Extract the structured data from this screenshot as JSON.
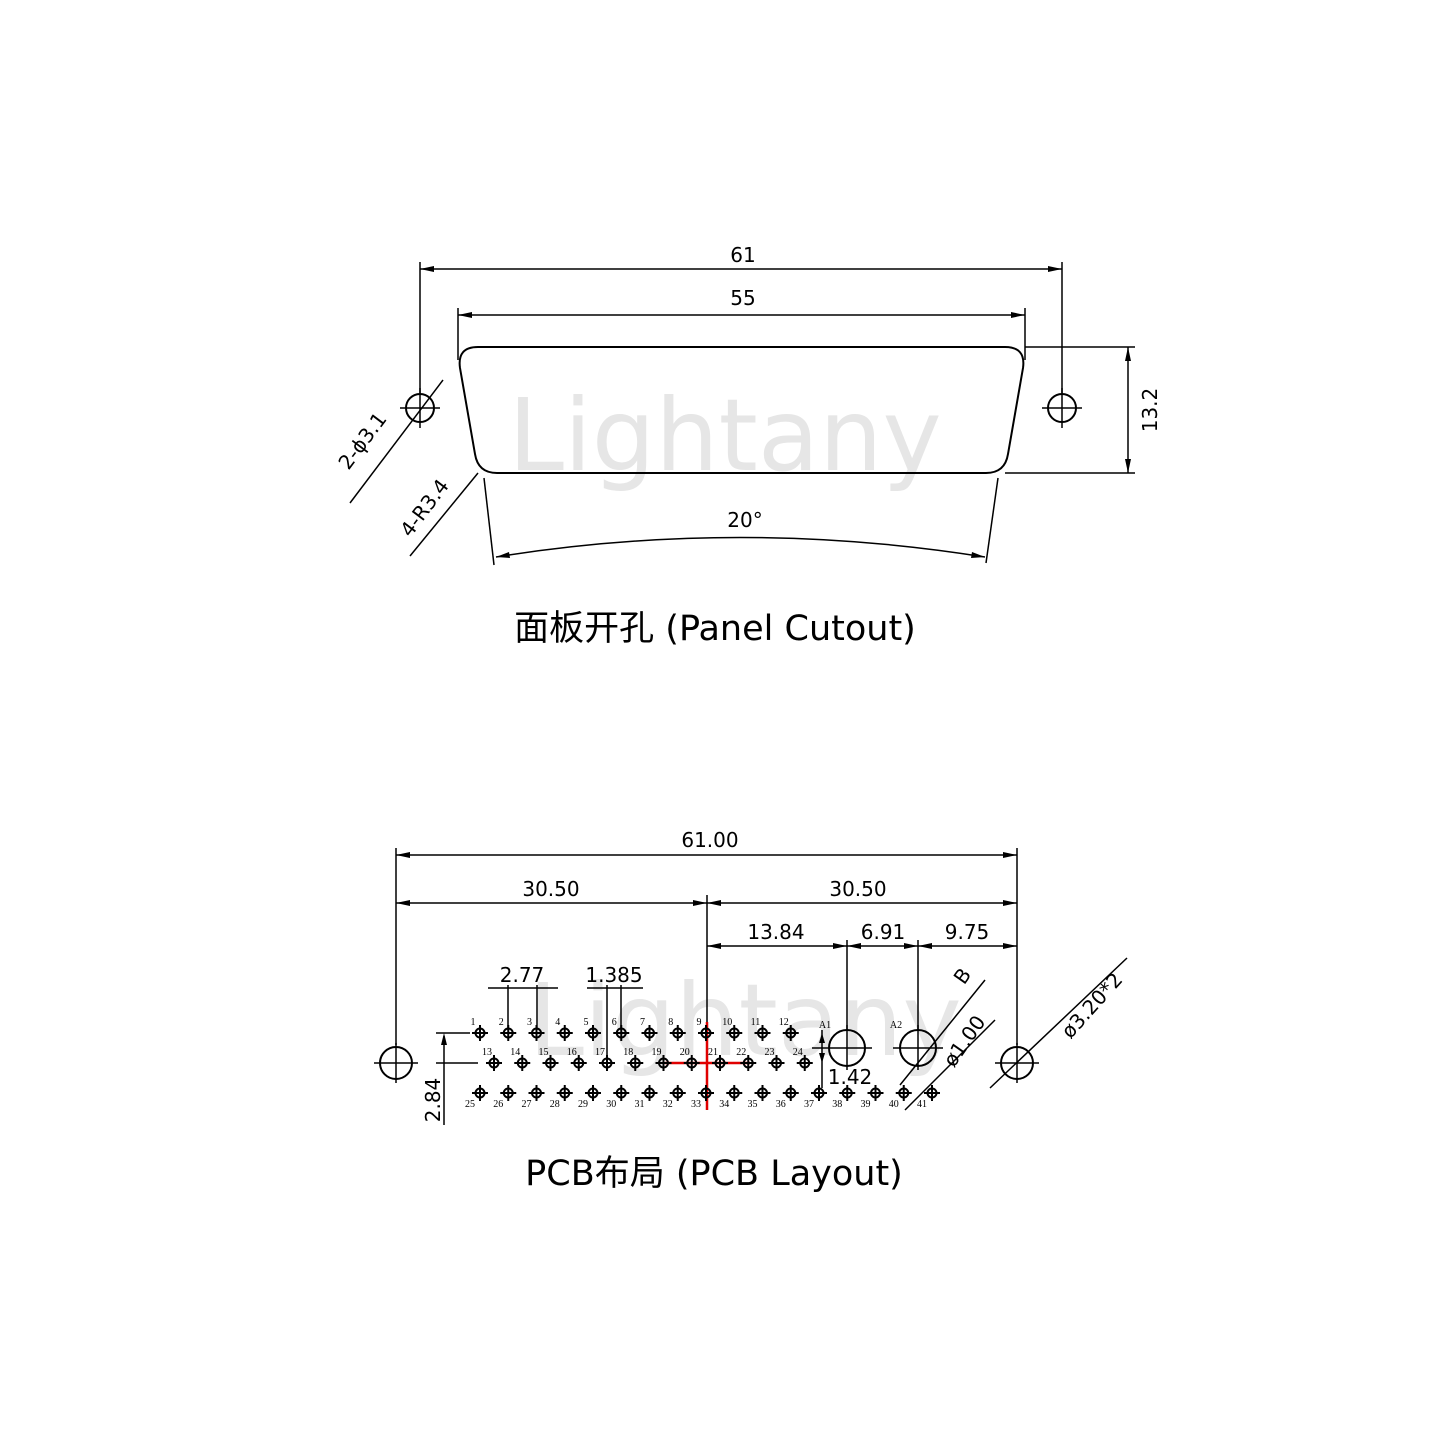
{
  "watermark": "Lightany",
  "panel_cutout": {
    "title": "面板开孔 (Panel Cutout)",
    "dim_overall": "61",
    "dim_opening": "55",
    "dim_height": "13.2",
    "dim_angle": "20°",
    "label_holes": "2-ϕ3.1",
    "label_radius": "4-R3.4"
  },
  "pcb_layout": {
    "title": "PCB布局 (PCB Layout)",
    "dim_overall": "61.00",
    "dim_half_left": "30.50",
    "dim_half_right": "30.50",
    "dim_a1": "13.84",
    "dim_a2": "6.91",
    "dim_edge": "9.75",
    "dim_pitch": "2.77",
    "dim_half_pitch": "1.385",
    "dim_row_total": "2.84",
    "dim_row": "1.42",
    "dim_pin_dia": "ø1.00",
    "dim_mount_dia": "ø3.20*2",
    "label_b": "B",
    "label_a1": "A1",
    "label_a2": "A2",
    "row1_pins": [
      "1",
      "2",
      "3",
      "4",
      "5",
      "6",
      "7",
      "8",
      "9",
      "10",
      "11",
      "12"
    ],
    "row2_pins": [
      "13",
      "14",
      "15",
      "16",
      "17",
      "18",
      "19",
      "20",
      "21",
      "22",
      "23",
      "24"
    ],
    "row3_pins": [
      "25",
      "26",
      "27",
      "28",
      "29",
      "30",
      "31",
      "32",
      "33",
      "34",
      "35",
      "36",
      "37",
      "38",
      "39",
      "40",
      "41"
    ],
    "center_mark_color": "#e00000"
  }
}
